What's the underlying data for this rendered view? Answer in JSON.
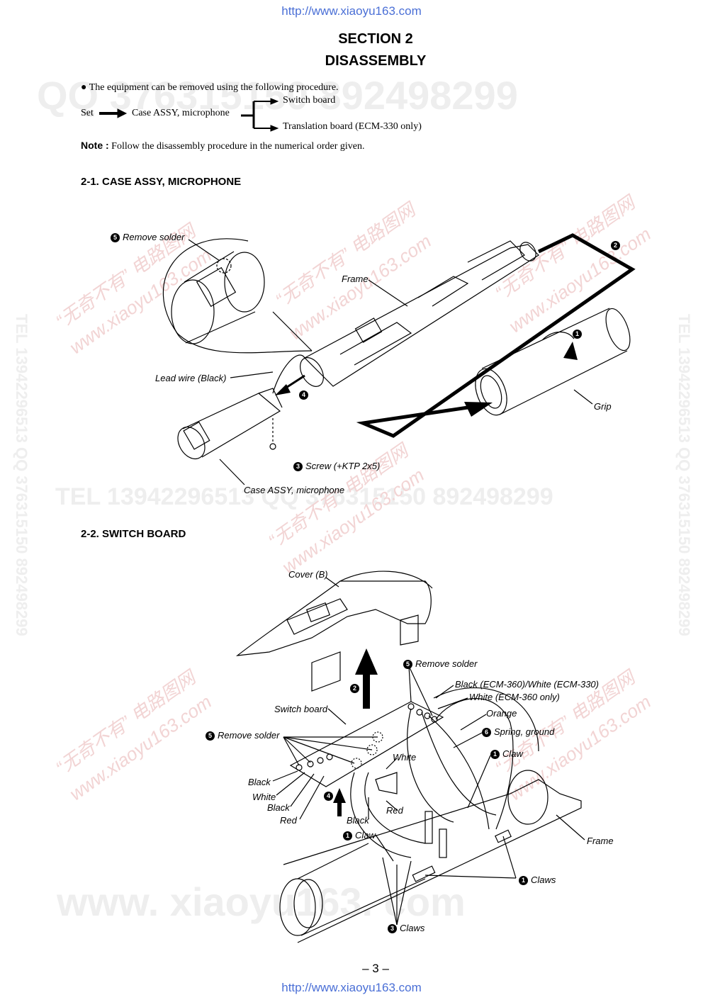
{
  "header_url": "http://www.xiaoyu163.com",
  "footer_url": "http://www.xiaoyu163.com",
  "title_line1": "SECTION 2",
  "title_line2": "DISASSEMBLY",
  "intro": "The equipment can be removed using the following procedure.",
  "flow": {
    "set": "Set",
    "case": "Case ASSY, microphone",
    "switch_board": "Switch board",
    "translation_board": "Translation board (ECM-330 only)"
  },
  "note_label": "Note :",
  "note_text": "Follow the disassembly procedure in the numerical order given.",
  "sec1": {
    "title": "2-1. CASE ASSY, MICROPHONE",
    "labels": {
      "remove_solder": "Remove solder",
      "frame": "Frame",
      "lead_wire": "Lead wire (Black)",
      "grip": "Grip",
      "screw": "Screw (+KTP 2x5)",
      "case_assy": "Case ASSY, microphone"
    }
  },
  "sec2": {
    "title": "2-2. SWITCH BOARD",
    "labels": {
      "cover_b": "Cover (B)",
      "remove_solder_top": "Remove solder",
      "black_white": "Black (ECM-360)/White (ECM-330)",
      "white_360": "White (ECM-360 only)",
      "switch_board": "Switch board",
      "orange": "Orange",
      "remove_solder_left": "Remove solder",
      "spring_ground": "Spring, ground",
      "claw_right": "Claw",
      "white_mid": "White",
      "black1": "Black",
      "white1": "White",
      "black2": "Black",
      "red1": "Red",
      "red2": "Red",
      "black3": "Black",
      "claw_left": "Claw",
      "frame": "Frame",
      "claws_right": "Claws",
      "claws_bottom": "Claws"
    }
  },
  "page_number": "– 3 –",
  "watermarks": {
    "qq_top": "QQ 376315150   892498299",
    "tel_mid": "TEL 13942296513   QQ 376315150   892498299",
    "www_bottom": "www. xiaoyu163. com",
    "side": "TEL 13942296513   QQ 376315150   892498299",
    "cn1": "“无奇不有” 电路图网",
    "cn2": "www.xiaoyu163.com"
  }
}
